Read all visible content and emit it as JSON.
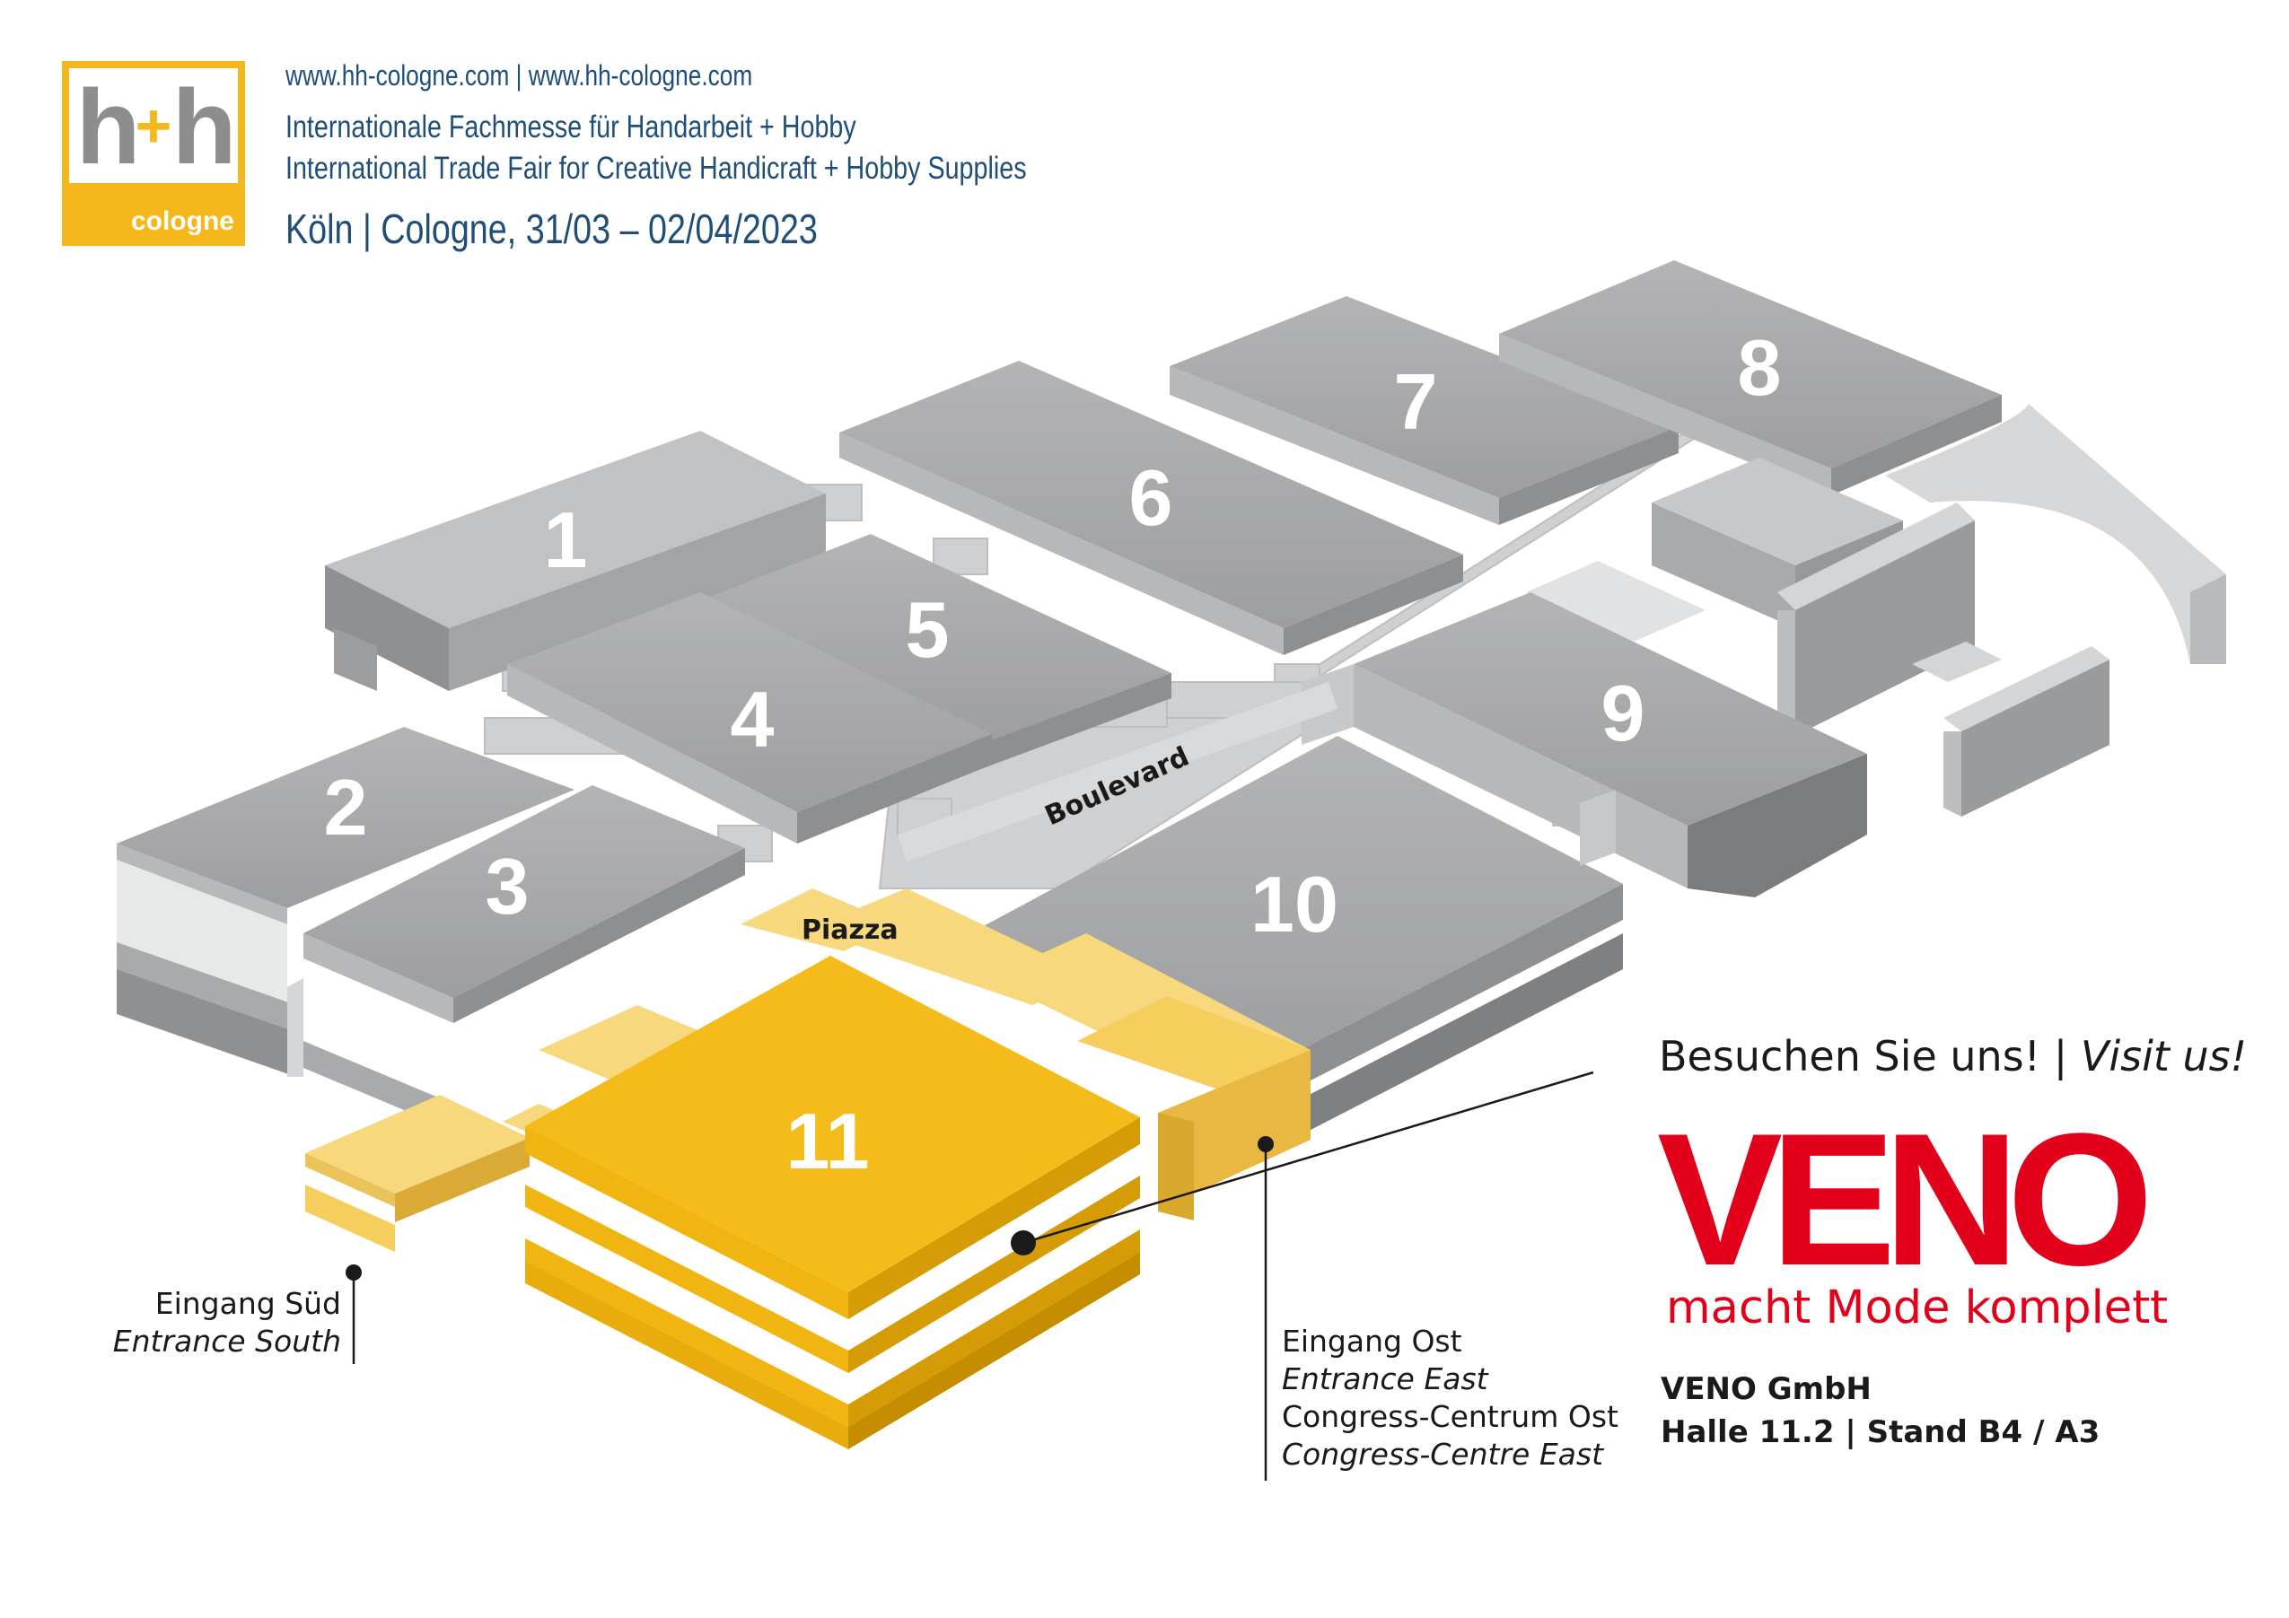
{
  "logo": {
    "mark": "h+h",
    "city": "cologne",
    "color_yellow": "#f5b81c",
    "color_grey": "#8d8d8d"
  },
  "header": {
    "url": "www.hh-cologne.com | www.hh-cologne.com",
    "title_de": "Internationale Fachmesse für Handarbeit + Hobby",
    "title_en": "International Trade Fair for Creative Handicraft + Hobby Supplies",
    "date_line": "Köln | Cologne, 31/03 – 02/04/2023",
    "text_color": "#1f4e79"
  },
  "map": {
    "halls": {
      "h1": "1",
      "h2": "2",
      "h3": "3",
      "h4": "4",
      "h5": "5",
      "h6": "6",
      "h7": "7",
      "h8": "8",
      "h9": "9",
      "h10": "10",
      "h11": "11"
    },
    "highlighted_hall": "11",
    "labels": {
      "boulevard": "Boulevard",
      "piazza": "Piazza"
    },
    "colors": {
      "hall_grey": "#a8a9ab",
      "highlight_yellow": "#f5bb1a",
      "highlight_light": "#f8d87c"
    }
  },
  "entrances": {
    "south_de": "Eingang Süd",
    "south_en": "Entrance South",
    "east_de": "Eingang Ost",
    "east_en": "Entrance East",
    "congress_de": "Congress-Centrum Ost",
    "congress_en": "Congress-Centre East"
  },
  "visit": {
    "de": "Besuchen Sie uns!",
    "separator": " | ",
    "en": "Visit us!"
  },
  "exhibitor": {
    "logo_word": "VENO",
    "slogan": "macht Mode komplett",
    "company": "VENO GmbH",
    "stand": "Halle 11.2 | Stand B4 / A3",
    "brand_color": "#e2001a"
  }
}
